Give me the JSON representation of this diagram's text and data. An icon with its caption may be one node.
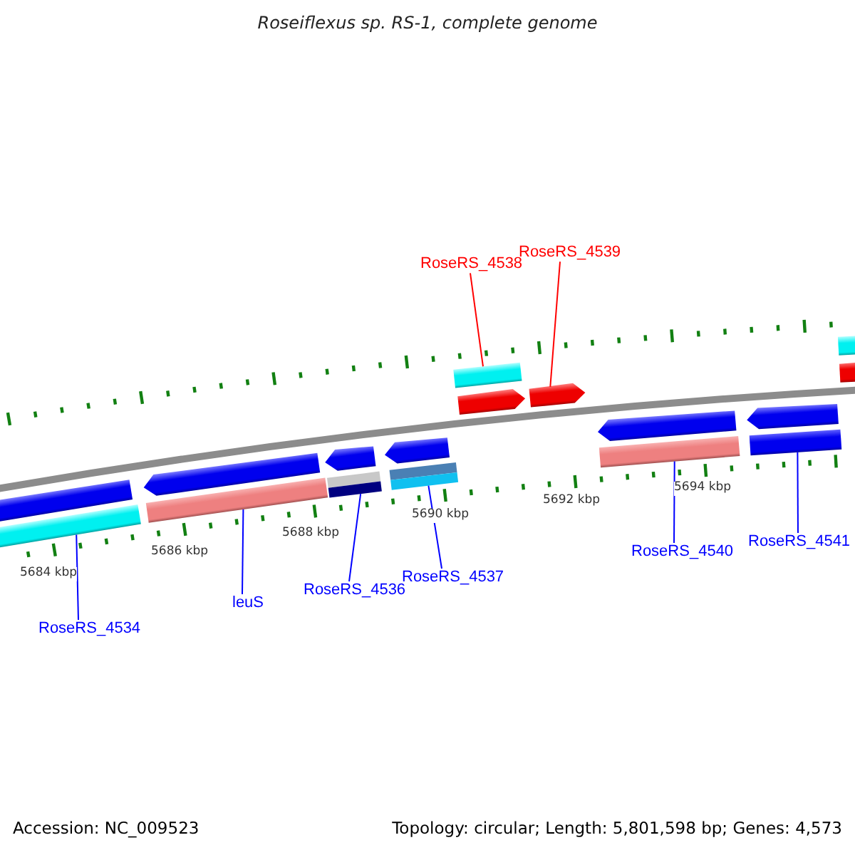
{
  "diagram": {
    "title": "Roseiflexus sp. RS-1, complete genome",
    "nodes": [
      {
        "text": [
          "RoseRS_4538"
        ]
      },
      {
        "text": [
          "RoseRS_4539"
        ]
      },
      {
        "text": [
          "RoseRS_4534"
        ]
      },
      {
        "text": [
          "leuS"
        ]
      },
      {
        "text": [
          "RoseRS_4536"
        ]
      },
      {
        "text": [
          "RoseRS_4537"
        ]
      },
      {
        "text": [
          "RoseRS_4540"
        ]
      },
      {
        "text": [
          "RoseRS_4541"
        ]
      },
      {
        "text": [],
        "shape": "arrow"
      },
      {
        "text": [],
        "shape": "arrow"
      },
      {
        "text": [],
        "shape": "arrow"
      },
      {
        "text": [],
        "shape": "arrow"
      },
      {
        "text": [],
        "shape": "arrow"
      },
      {
        "text": [],
        "shape": "arrow"
      },
      {
        "text": [],
        "shape": "arrow"
      },
      {
        "text": [],
        "shape": "arrow"
      },
      {
        "text": [],
        "shape": "arrow"
      }
    ],
    "edges": [
      {
        "from": 0,
        "to": 12,
        "arrow": "none",
        "color": "#ff0000"
      },
      {
        "from": 1,
        "to": 13,
        "arrow": "none",
        "color": "#ff0000"
      },
      {
        "from": 2,
        "to": 8,
        "arrow": "none"
      },
      {
        "from": 3,
        "to": 9,
        "arrow": "none"
      },
      {
        "from": 4,
        "to": 10,
        "arrow": "none"
      },
      {
        "from": 5,
        "to": 11,
        "arrow": "none"
      },
      {
        "from": 6,
        "to": 14,
        "arrow": "none"
      },
      {
        "from": 7,
        "to": 15,
        "arrow": "none"
      }
    ],
    "labels": [
      "5684 kbp",
      "5686 kbp",
      "5688 kbp",
      "5690 kbp",
      "5692 kbp",
      "5694 kbp",
      "Accession: NC_009523",
      "Topology: circular; Length: 5,801,598 bp; Genes: 4,573"
    ]
  }
}
